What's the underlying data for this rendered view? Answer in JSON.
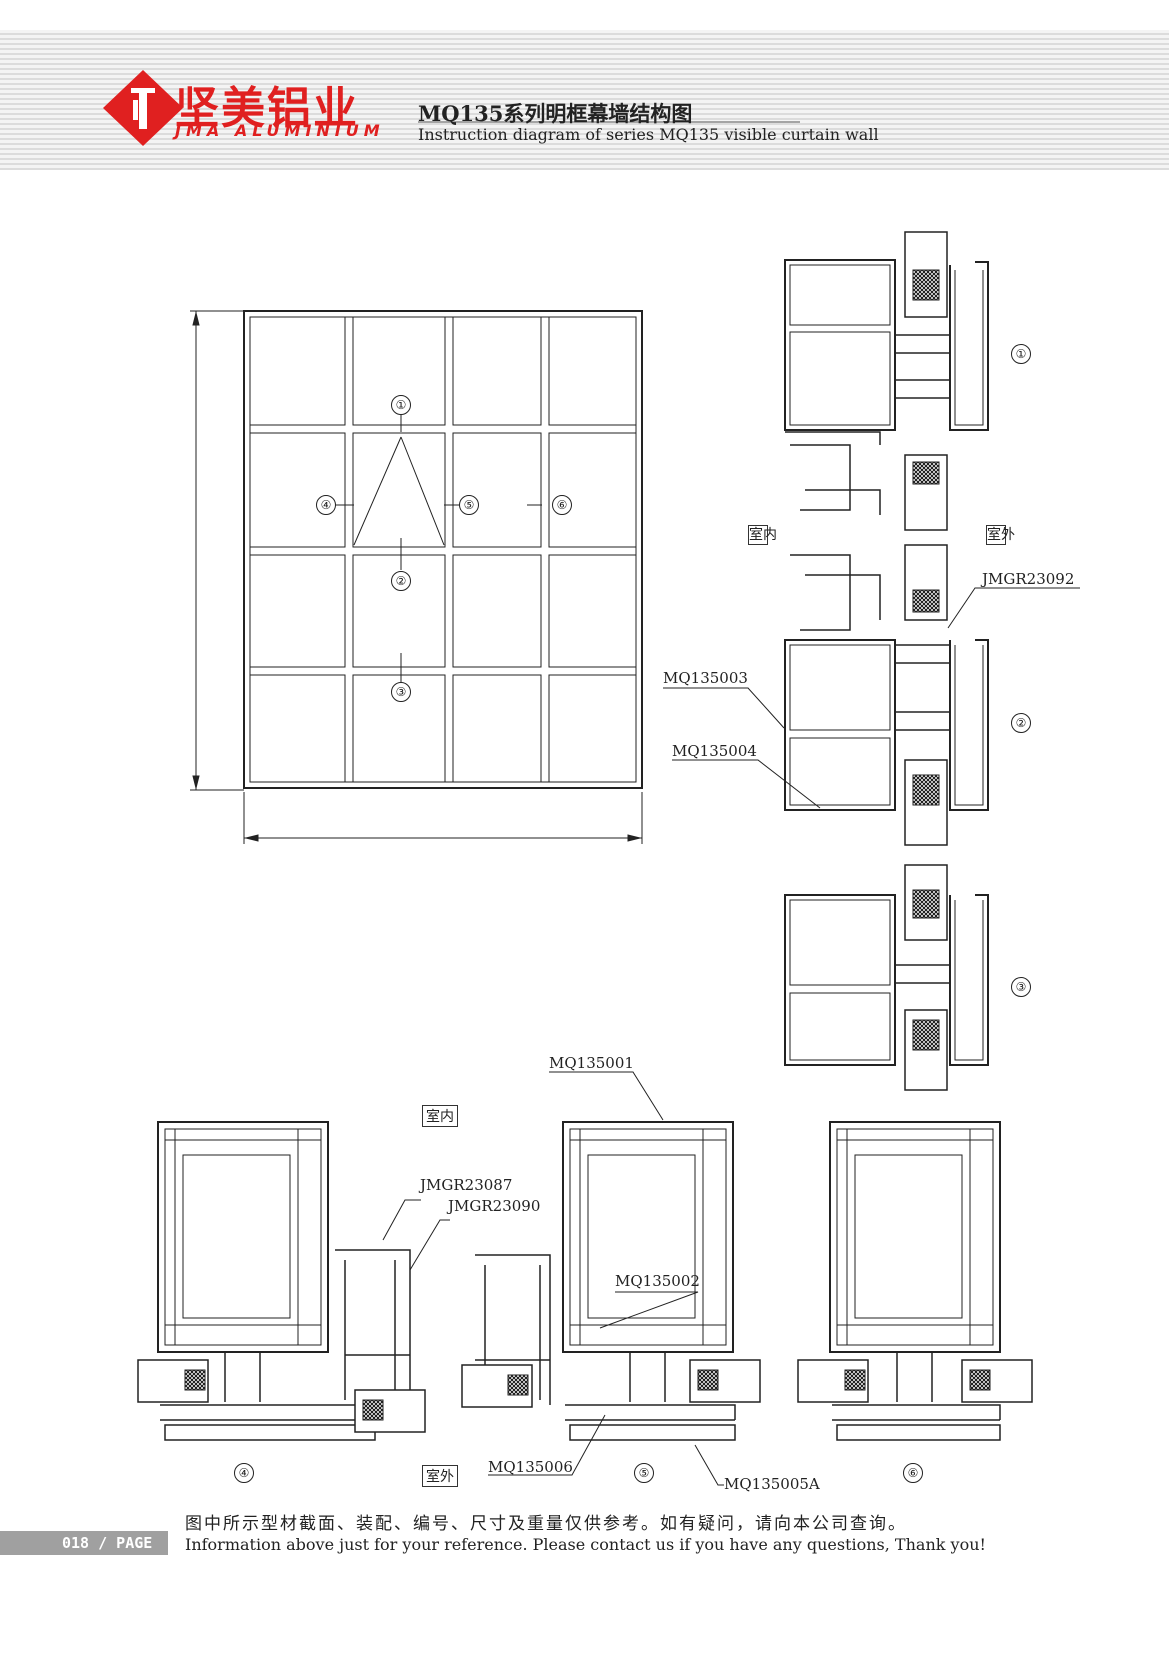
{
  "header": {
    "brand_cn": "坚美铝业",
    "brand_en": "JMA ALUMINIUM",
    "title_cn": "MQ135系列明框幕墙结构图",
    "title_en": "Instruction diagram of series MQ135 visible curtain wall",
    "brand_color": "#e02020"
  },
  "elevation": {
    "markers": [
      "①",
      "②",
      "③",
      "④",
      "⑤",
      "⑥"
    ]
  },
  "labels": {
    "indoor": "室内",
    "outdoor": "室外",
    "part_jmgr23092": "JMGR23092",
    "part_mq135003": "MQ135003",
    "part_mq135004": "MQ135004",
    "part_mq135001": "MQ135001",
    "part_jmgr23087": "JMGR23087",
    "part_jmgr23090": "JMGR23090",
    "part_mq135002": "MQ135002",
    "part_mq135006": "MQ135006",
    "part_mq135005a": "MQ135005A"
  },
  "footer": {
    "note_cn": "图中所示型材截面、装配、编号、尺寸及重量仅供参考。如有疑问，请向本公司查询。",
    "note_en": "Information above just for your reference. Please contact us if you have any questions, Thank you!",
    "page": "018 / PAGE"
  }
}
